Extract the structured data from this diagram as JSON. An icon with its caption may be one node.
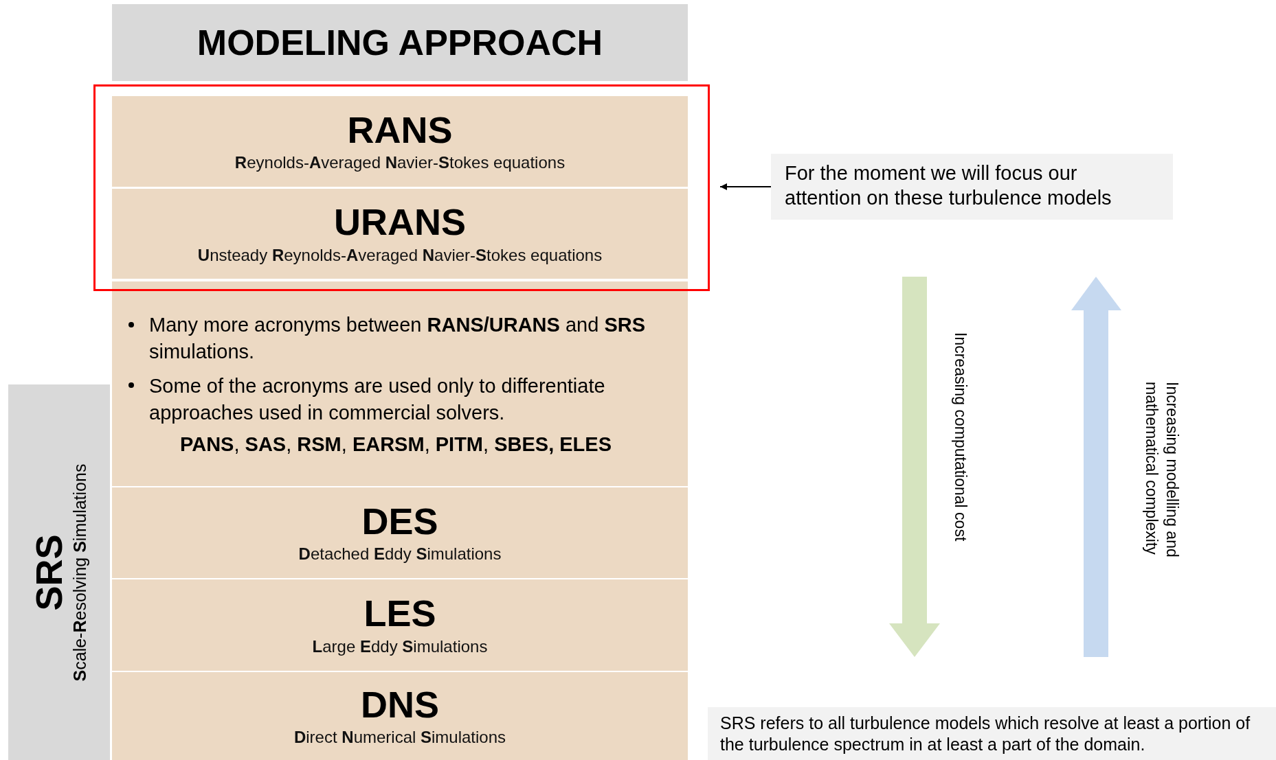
{
  "diagram": {
    "nodes": [
      {
        "text": [
          "MODELING APPROACH"
        ]
      },
      {
        "text": [],
        "shape": "box"
      },
      {
        "text": [
          "RANS",
          "**R**eynolds-**A**veraged **N**avier-**S**tokes equations"
        ],
        "in": 1
      },
      {
        "text": [
          "URANS",
          "**U**nsteady **R**eynolds-**A**veraged **N**avier-**S**tokes equations"
        ],
        "in": 1
      },
      {
        "text": [
          "Many more acronyms between **RANS/URANS** and **SRS** simulations.",
          "Some of the acronyms are used only to differentiate approaches used in commercial solvers.",
          "**PANS**, **SAS**, **RSM**, **EARSM**, **PITM**, **SBES, ELES**"
        ]
      },
      {
        "text": [
          "DES",
          "**D**etached **E**ddy **S**imulations"
        ]
      },
      {
        "text": [
          "LES",
          "**L**arge **E**ddy **S**imulations"
        ]
      },
      {
        "text": [
          "DNS",
          "**D**irect **N**umerical **S**imulations"
        ]
      },
      {
        "text": [
          "SRS",
          "**S**cale-**R**esolving **S**imulations"
        ]
      },
      {
        "text": [
          "For the moment we will focus our attention on these turbulence models"
        ]
      },
      {
        "text": [
          "SRS refers to all turbulence models which resolve at least a portion of the turbulence spectrum in at least a part of the domain."
        ]
      }
    ],
    "edges": [
      {
        "from": 9,
        "to": 1,
        "arrow": "to"
      }
    ],
    "labels": [
      "Increasing computational cost",
      "Increasing modelling and mathematical complexity"
    ]
  }
}
